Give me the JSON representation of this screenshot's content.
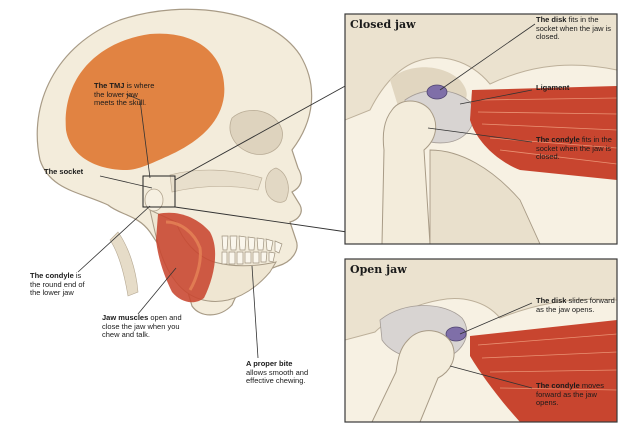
{
  "panels": {
    "closed": {
      "title": "Closed jaw"
    },
    "open": {
      "title": "Open jaw"
    }
  },
  "labels": {
    "tmj": {
      "bold": "The TMJ",
      "rest": " is where the lower jaw meets the skull."
    },
    "socket": {
      "bold": "The socket",
      "rest": ""
    },
    "condyle": {
      "bold": "The condyle",
      "rest": " is the round end of the lower jaw"
    },
    "muscles": {
      "bold": "Jaw muscles",
      "rest": " open and close the jaw when you chew and talk."
    },
    "bite": {
      "bold": "A proper bite",
      "rest": " allows smooth and effective chewing."
    },
    "closed_disk": {
      "bold": "The disk",
      "rest": " fits in the socket when the jaw is closed."
    },
    "ligament": {
      "bold": "Ligament",
      "rest": ""
    },
    "closed_condyle": {
      "bold": "The condyle",
      "rest": " fits in the socket when the jaw is closed."
    },
    "open_disk": {
      "bold": "The disk",
      "rest": " slides forward as the jaw opens."
    },
    "open_condyle": {
      "bold": "The condyle",
      "rest": " moves forward as the jaw opens."
    }
  },
  "colors": {
    "bone": "#f3ecdb",
    "bone_shadow": "#ddd2bc",
    "skull_outline": "#a89b86",
    "muscle_orange": "#e07a35",
    "muscle_red": "#c8452f",
    "disk_purple": "#7f6fa8",
    "leader": "#333333"
  }
}
